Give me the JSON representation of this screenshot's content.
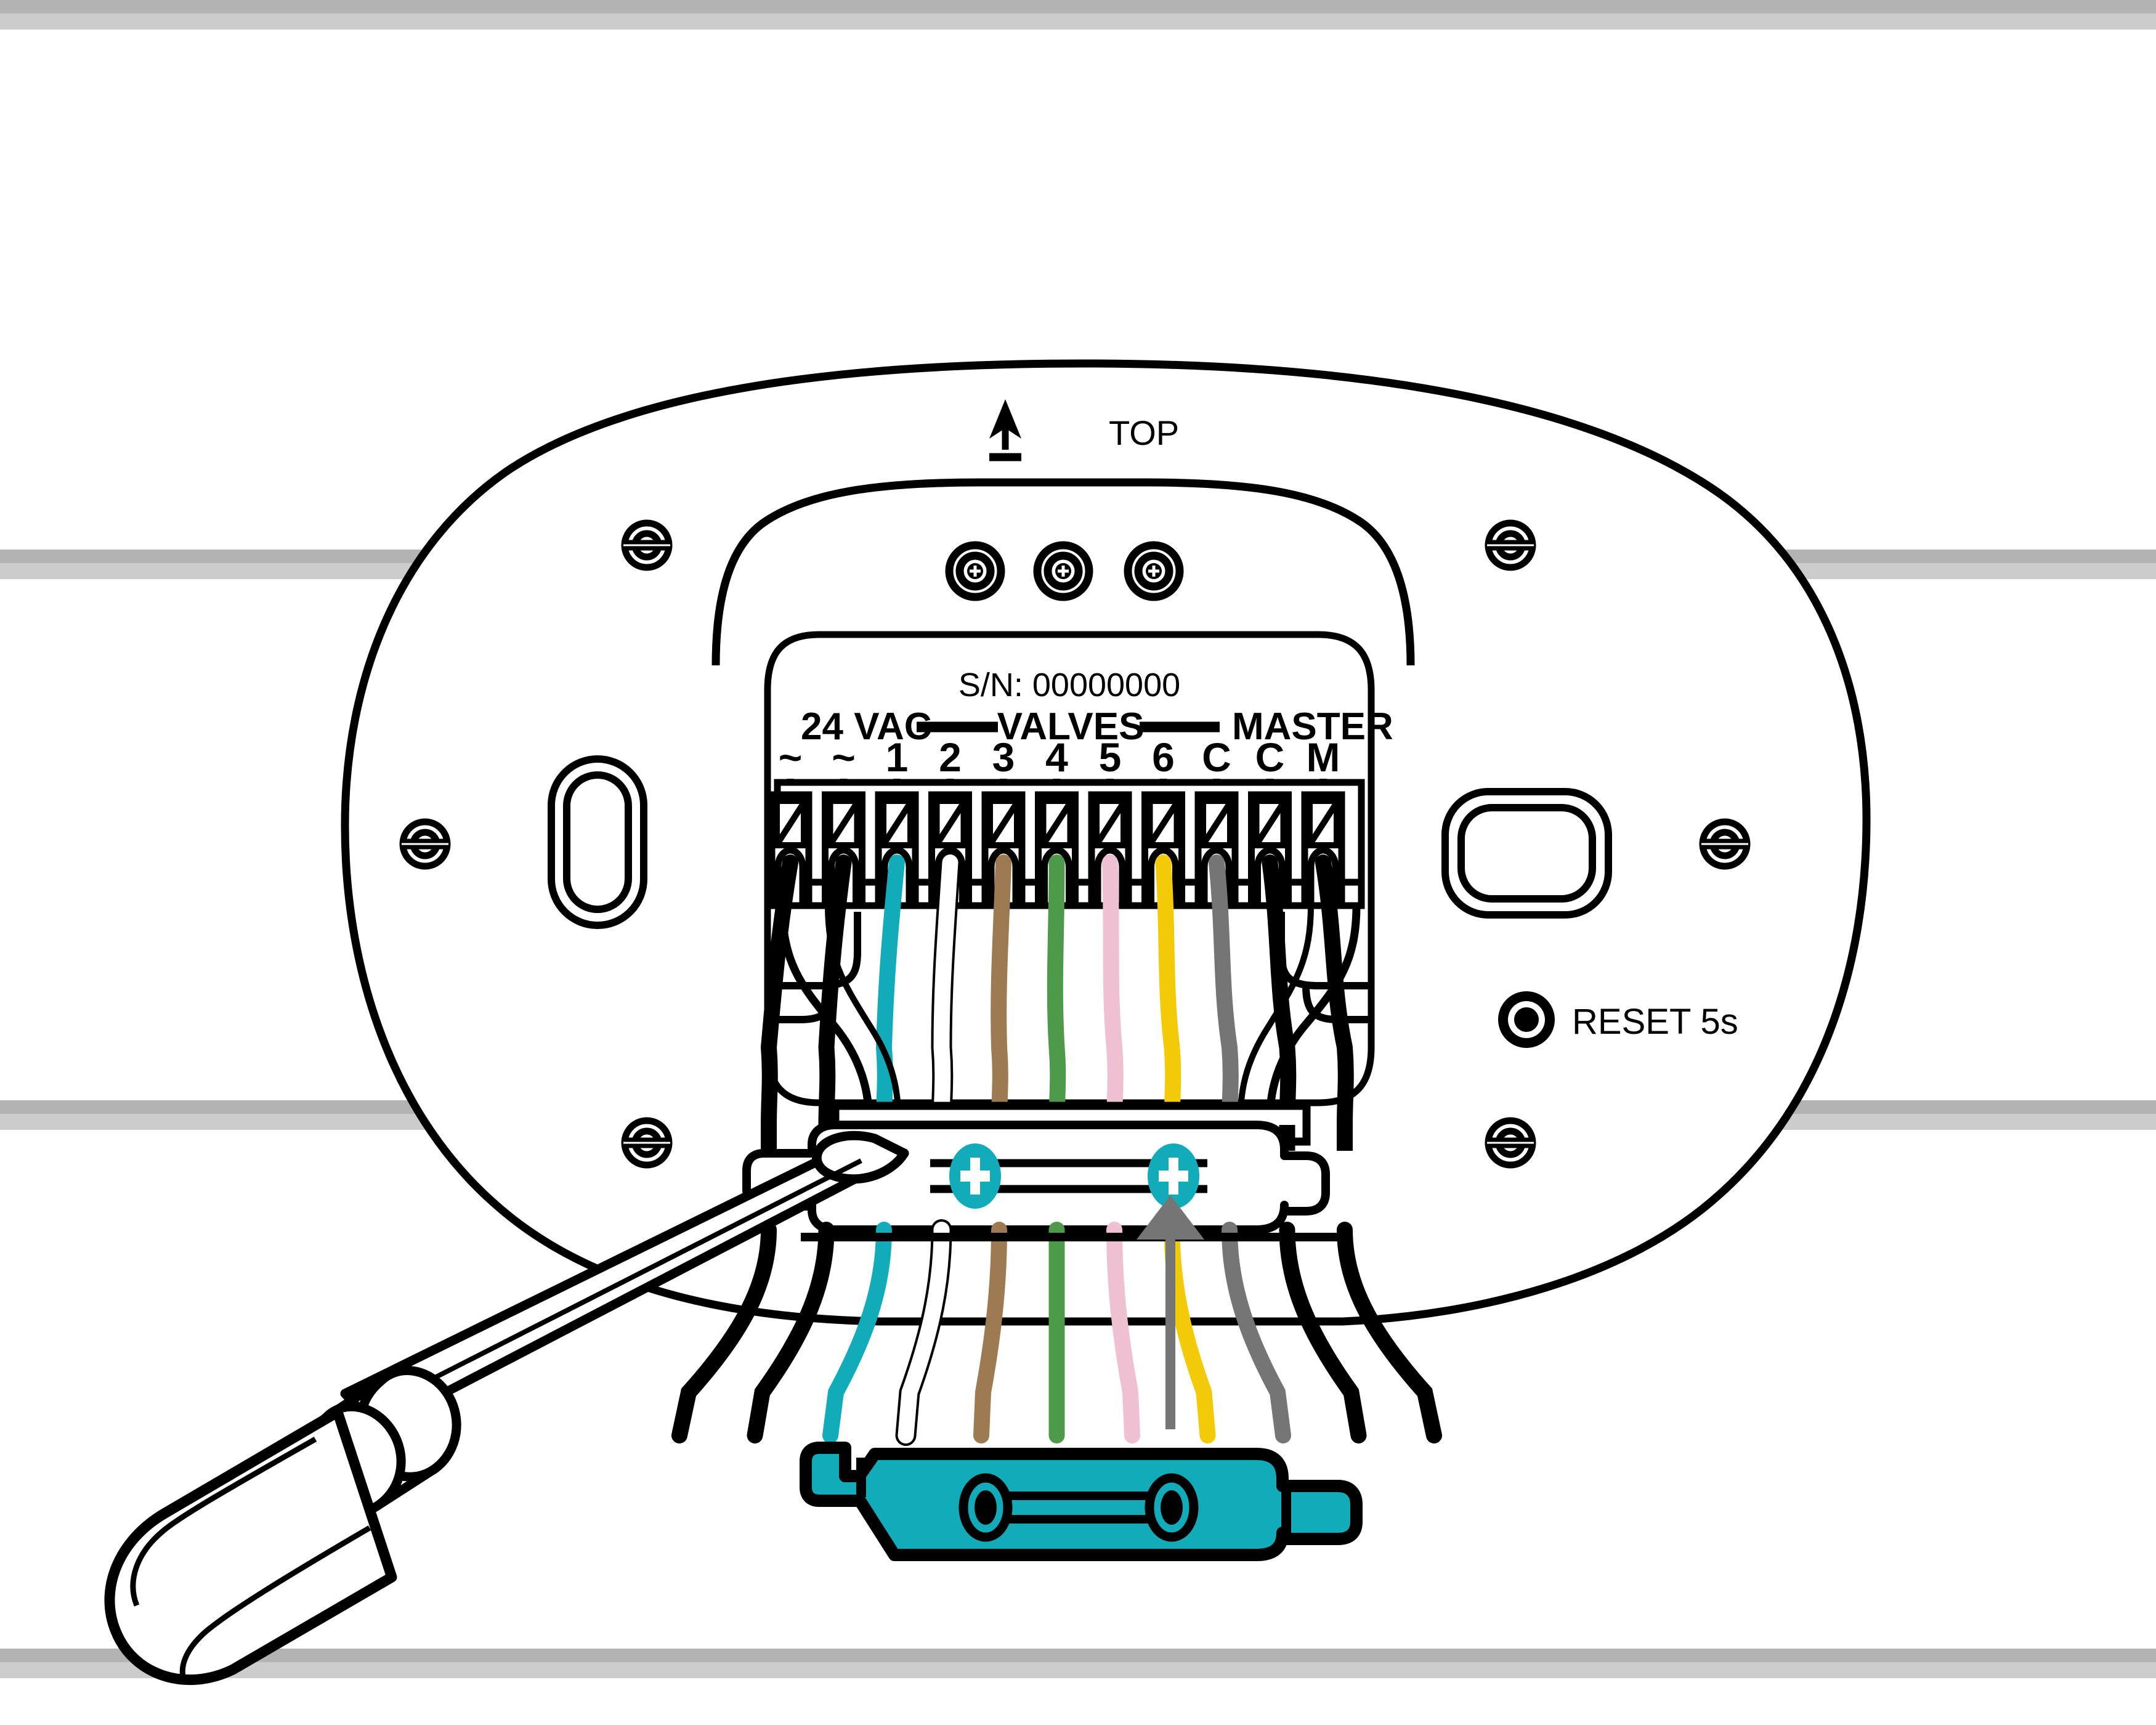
{
  "scene": {
    "title": "Irrigation controller backplate wiring — strain relief clamp installation",
    "background_color": "#ffffff",
    "ink_color": "#000000"
  },
  "wall": {
    "stripe_color_top": "#b3b3b3",
    "stripe_color_bottom": "#cccccc",
    "stripes_y": [
      0,
      892,
      1786,
      2676
    ],
    "stripe_height": 46
  },
  "backplate": {
    "orientation_arrow_icon": "up-arrow-icon",
    "orientation_label": "TOP",
    "serial_label": "S/N: 00000000",
    "reset_label": "RESET 5s",
    "reset_button_color": "#000000",
    "mount_screw_holes": 6,
    "keyhole_slots": 2,
    "boss_screws": 3
  },
  "terminal_block": {
    "group_labels": [
      {
        "text": "24 VAC",
        "span": 2
      },
      {
        "text": "VALVES",
        "span": 6
      },
      {
        "text": "MASTER",
        "span": 3
      }
    ],
    "terminals": [
      {
        "label": "~",
        "wire_color": "#000000",
        "wire_name": "black"
      },
      {
        "label": "~",
        "wire_color": "#000000",
        "wire_name": "black"
      },
      {
        "label": "1",
        "wire_color": "#12abba",
        "wire_name": "teal"
      },
      {
        "label": "2",
        "wire_color": "#ffffff",
        "wire_name": "white"
      },
      {
        "label": "3",
        "wire_color": "#9c7a52",
        "wire_name": "brown"
      },
      {
        "label": "4",
        "wire_color": "#4f9a4a",
        "wire_name": "green"
      },
      {
        "label": "5",
        "wire_color": "#eec0d2",
        "wire_name": "pink"
      },
      {
        "label": "6",
        "wire_color": "#f2ca07",
        "wire_name": "yellow"
      },
      {
        "label": "C",
        "wire_color": "#757575",
        "wire_name": "gray"
      },
      {
        "label": "C",
        "wire_color": "#000000",
        "wire_name": "black"
      },
      {
        "label": "M",
        "wire_color": "#000000",
        "wire_name": "black"
      }
    ]
  },
  "clamp_bar": {
    "screw_marker_color": "#12abba",
    "screw_marker_icon": "phillips-screw-icon",
    "screw_marker_count": 2
  },
  "strain_relief_part": {
    "name": "strain-relief-clamp",
    "fill_color": "#12abba",
    "hole_count": 2
  },
  "insertion_arrow": {
    "icon": "up-arrow-icon",
    "color": "#757575"
  },
  "screwdriver": {
    "name": "flathead-screwdriver",
    "fill_color": "#ffffff",
    "stroke_color": "#000000"
  }
}
